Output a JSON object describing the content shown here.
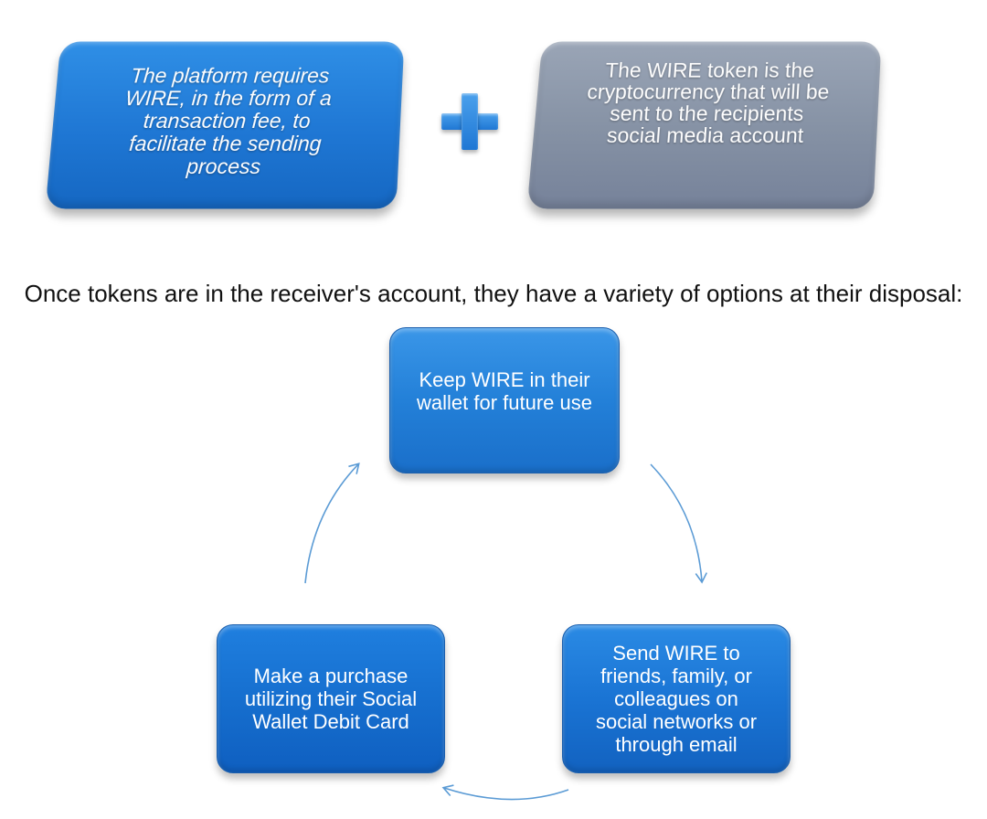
{
  "top_panels": {
    "fee_card": {
      "lines": [
        "The platform requires",
        "WIRE, in the form of a",
        "transaction fee, to",
        "facilitate the sending",
        "process"
      ]
    },
    "token_card": {
      "lines": [
        "The WIRE token is the",
        "cryptocurrency that will be",
        "sent to the recipients",
        "social media account"
      ]
    },
    "plus_icon": "plus-icon"
  },
  "headline": "Once tokens are in the receiver's account, they have a variety of options at their disposal:",
  "cycle": {
    "keep": {
      "lines": [
        "Keep WIRE in their",
        "wallet for future use"
      ]
    },
    "send": {
      "lines": [
        "Send WIRE to",
        "friends, family, or",
        "colleagues on",
        "social networks or",
        "through email"
      ]
    },
    "purchase": {
      "lines": [
        "Make a purchase",
        "utilizing their Social",
        "Wallet Debit Card"
      ]
    }
  },
  "colors": {
    "blue": "#1f77d4",
    "gray": "#8591a4",
    "arrow": "#5b9bd5",
    "text_dark": "#111111"
  }
}
